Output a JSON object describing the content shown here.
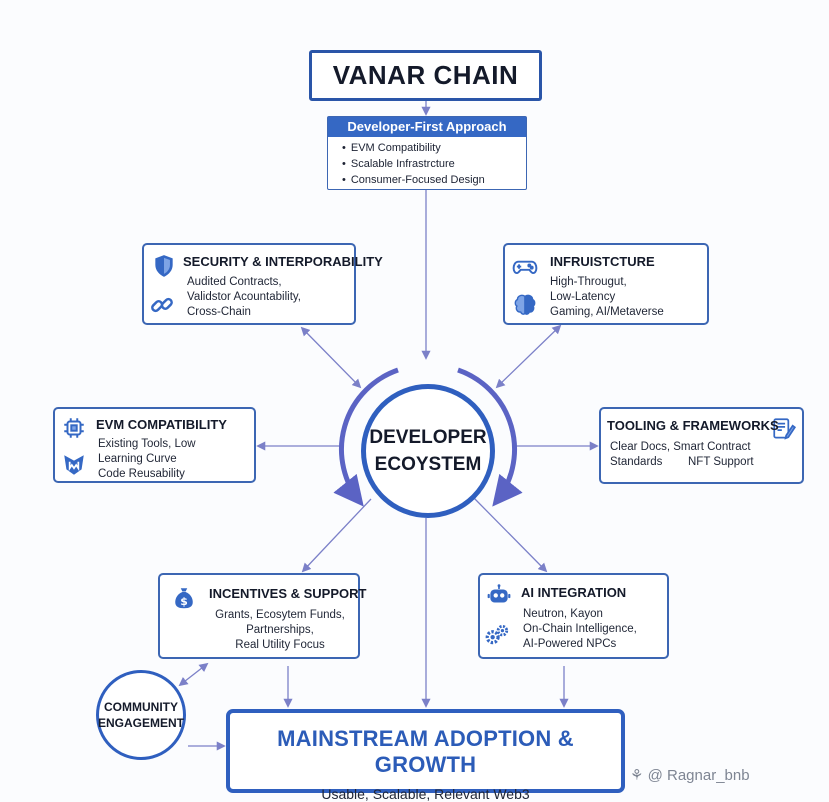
{
  "title": "VANAR CHAIN",
  "developer_first": {
    "header": "Developer-First Approach",
    "bullets": [
      "EVM Compatibility",
      "Scalable Infrastrcture",
      "Consumer-Focused Design"
    ]
  },
  "center": {
    "line1": "DEVELOPER",
    "line2": "ECOYSTEM"
  },
  "nodes": {
    "security": {
      "title": "SECURITY & INTERPORABILITY",
      "lines": [
        "Audited Contracts,",
        "Validstor Acountability,",
        "Cross-Chain"
      ],
      "icons": [
        "shield-icon",
        "link-icon"
      ]
    },
    "infra": {
      "title": "INFRUISTCTURE",
      "lines": [
        "High-Througut,",
        "Low-Latency",
        "Gaming, AI/Metaverse"
      ],
      "icons": [
        "gamepad-icon",
        "brain-icon"
      ]
    },
    "evm": {
      "title": "EVM COMPATIBILITY",
      "lines": [
        "Existing Tools, Low",
        "Learning Curve",
        "Code Reusability"
      ],
      "icons": [
        "chip-icon",
        "metamask-icon"
      ]
    },
    "tooling": {
      "title": "TOOLING & FRAMEWORKS",
      "lines": [
        "Clear Docs, Smart Contract",
        "Standards        NFT Support"
      ],
      "icons": [
        "document-pen-icon"
      ]
    },
    "incentives": {
      "title": "INCENTIVES & SUPPORT",
      "lines": [
        "Grants, Ecosytem Funds,",
        "Partnerships,",
        "Real Utility Focus"
      ],
      "icons": [
        "money-bag-icon"
      ]
    },
    "ai": {
      "title": "AI INTEGRATION",
      "lines": [
        "Neutron, Kayon",
        "On-Chain Intelligence,",
        "AI-Powered NPCs"
      ],
      "icons": [
        "robot-icon",
        "gears-icon"
      ]
    }
  },
  "community": {
    "line1": "COMMUNITY",
    "line2": "ENGAGEMENT"
  },
  "mainstream": {
    "title": "MAINSTREAM ADOPTION & GROWTH",
    "subtitle": "Usable, Scalable, Relevant Web3"
  },
  "watermark": "⚘ @ Ragnar_bnb",
  "colors": {
    "primary": "#2f5fbf",
    "arrow": "#7b80c8",
    "header_fill": "#3568c4"
  }
}
